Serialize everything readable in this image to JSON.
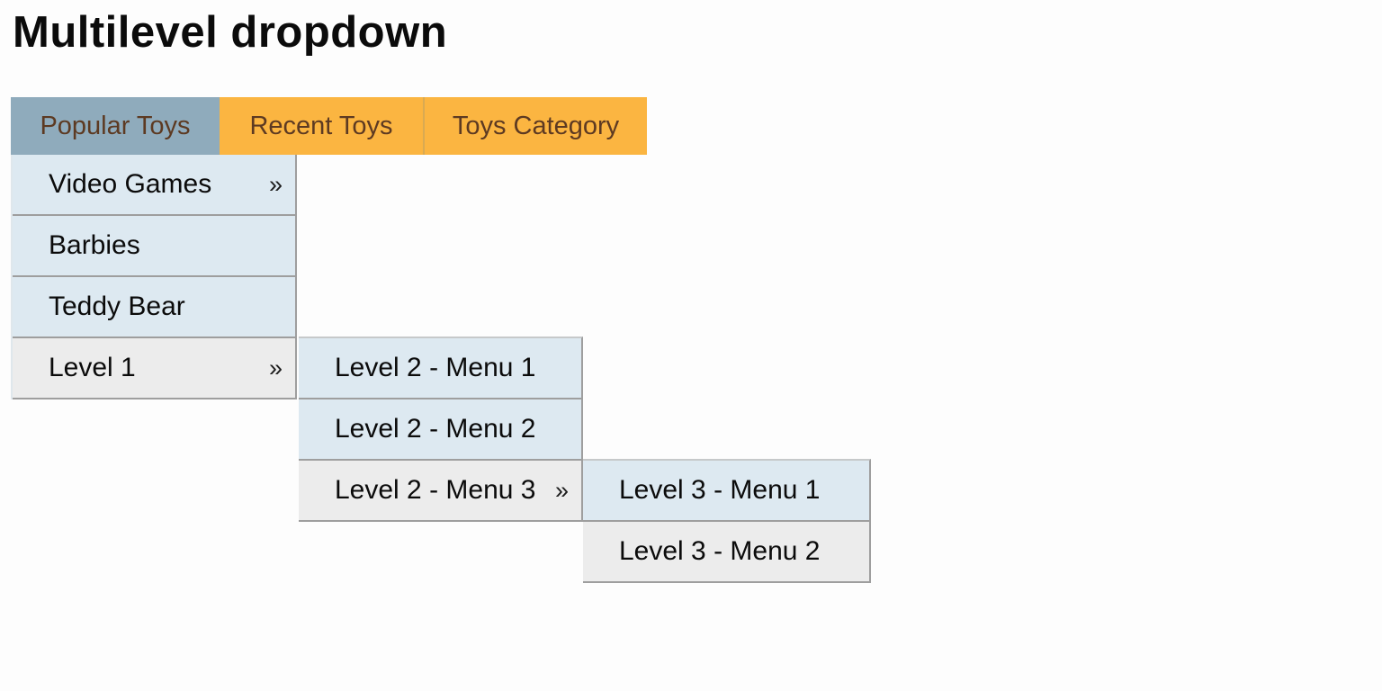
{
  "page": {
    "title": "Multilevel dropdown"
  },
  "menubar": {
    "tabs": [
      {
        "label": "Popular Toys",
        "active": true
      },
      {
        "label": "Recent Toys",
        "active": false
      },
      {
        "label": "Toys Category",
        "active": false
      }
    ]
  },
  "menus": {
    "level1": {
      "items": [
        {
          "label": "Video Games",
          "arrow": "»",
          "has_submenu": true,
          "highlighted": false
        },
        {
          "label": "Barbies",
          "arrow": "",
          "has_submenu": false,
          "highlighted": false
        },
        {
          "label": "Teddy Bear",
          "arrow": "",
          "has_submenu": false,
          "highlighted": false
        },
        {
          "label": "Level 1",
          "arrow": "»",
          "has_submenu": true,
          "highlighted": true
        }
      ]
    },
    "level2": {
      "items": [
        {
          "label": "Level 2 - Menu 1",
          "arrow": "",
          "has_submenu": false,
          "highlighted": false
        },
        {
          "label": "Level 2 - Menu 2",
          "arrow": "",
          "has_submenu": false,
          "highlighted": false
        },
        {
          "label": "Level 2 - Menu 3",
          "arrow": "»",
          "has_submenu": true,
          "highlighted": true
        }
      ]
    },
    "level3": {
      "items": [
        {
          "label": "Level 3 - Menu 1",
          "arrow": "",
          "has_submenu": false,
          "highlighted": false
        },
        {
          "label": "Level 3 - Menu 2",
          "arrow": "",
          "has_submenu": false,
          "highlighted": true
        }
      ]
    }
  },
  "colors": {
    "active_tab_background": "#8fabbc",
    "tab_background": "#fbb541",
    "tab_text": "#5d3a22",
    "dropdown_item_background": "#dde9f1",
    "dropdown_item_highlight_background": "#ececec",
    "dropdown_border": "#9e9e9e",
    "page_background": "#fdfdfd",
    "title_text": "#0b0b0b"
  }
}
